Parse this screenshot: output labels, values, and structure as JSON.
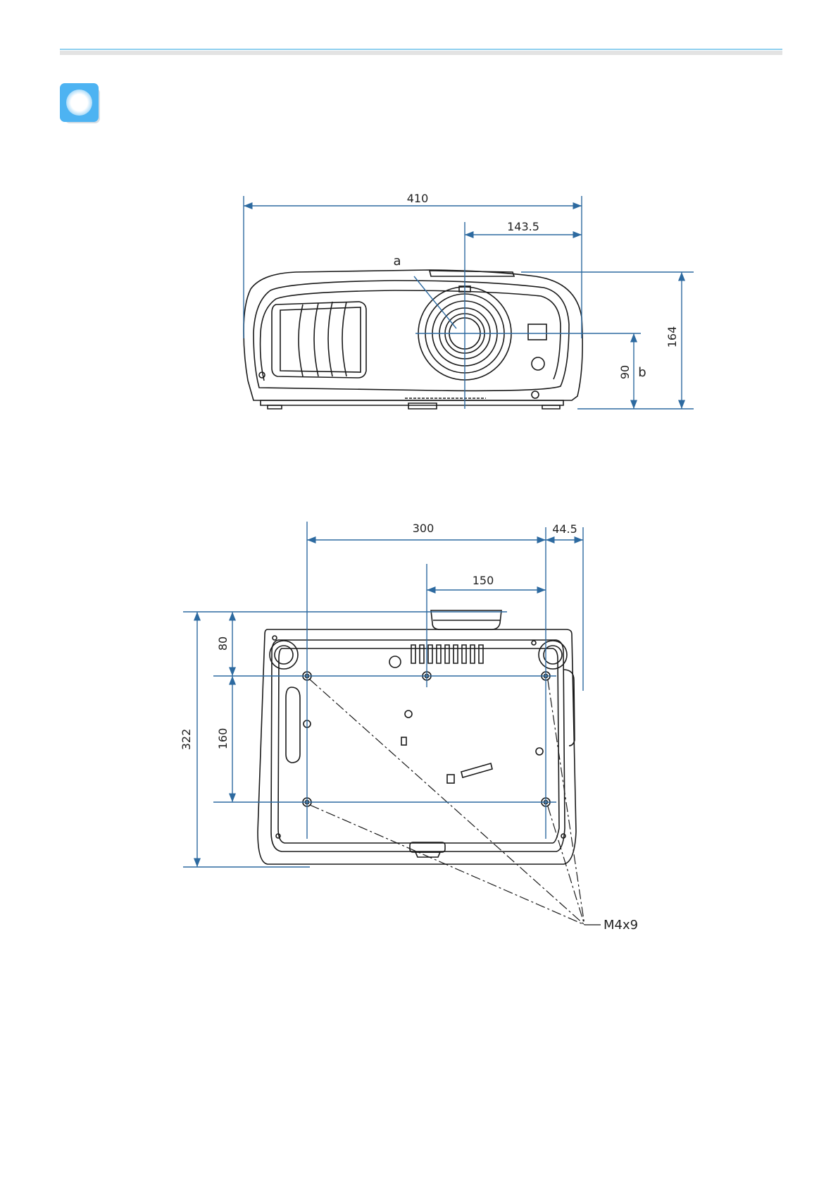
{
  "colors": {
    "accent": "#4db3f2",
    "dimension_line": "#2d6aa0",
    "outline": "#1a1a1a"
  },
  "header": {
    "bullet_icon": "square-bullet-icon"
  },
  "front_view": {
    "width_label": "410",
    "lens_offset_label": "143.5",
    "height_label": "164",
    "lens_height_label": "90",
    "callout_a": "a",
    "callout_b": "b"
  },
  "bottom_view": {
    "hole_spacing_label": "300",
    "side_offset_label": "44.5",
    "center_offset_label": "150",
    "depth_label": "322",
    "front_hole_label": "80",
    "hole_depth_label": "160",
    "screw_label": "M4x9"
  }
}
